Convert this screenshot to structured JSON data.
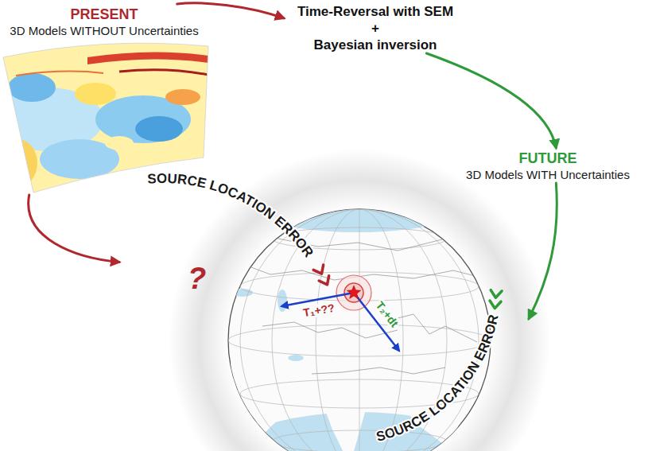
{
  "diagram": {
    "nodes": [
      {
        "text": [
          "PRESENT",
          "3D Models WITHOUT Uncertainties"
        ]
      },
      {
        "text": [
          "Time-Reversal with SEM",
          "+",
          "Bayesian inversion"
        ]
      },
      {
        "text": [
          "FUTURE",
          "3D Models WITH Uncertainties"
        ]
      },
      {
        "text": [
          "T₁+??",
          "T₂+dt"
        ]
      }
    ],
    "edges": [
      {
        "from": 0,
        "to": 1,
        "arrow": "to"
      },
      {
        "from": 1,
        "to": 2,
        "arrow": "to"
      },
      {
        "from": 0,
        "to": 3,
        "arrow": "to"
      },
      {
        "from": 2,
        "to": 3,
        "arrow": "to"
      }
    ],
    "labels": [
      "SOURCE LOCATION ERROR",
      "?",
      "SOURCE LOCATION ERROR"
    ]
  }
}
